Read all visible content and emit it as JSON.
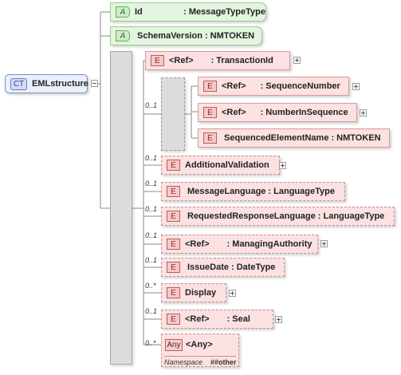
{
  "complex_type": {
    "badge": "CT",
    "name": "EMLstructure"
  },
  "attributes": [
    {
      "badge": "A",
      "name": "Id",
      "type": ": MessageTypeType"
    },
    {
      "badge": "A",
      "name": "SchemaVersion",
      "type": ": NMTOKEN"
    }
  ],
  "elements": {
    "transaction_id": {
      "badge": "E",
      "ref": "<Ref>",
      "type": ": TransactionId"
    },
    "sequence_card": "0..1",
    "sequence_number": {
      "badge": "E",
      "ref": "<Ref>",
      "type": ": SequenceNumber"
    },
    "number_in_sequence": {
      "badge": "E",
      "ref": "<Ref>",
      "type": ": NumberInSequence"
    },
    "sequenced_element_name": {
      "badge": "E",
      "name": "SequencedElementName",
      "type": ": NMTOKEN"
    },
    "additional_validation": {
      "card": "0..1",
      "badge": "E",
      "name": "AdditionalValidation"
    },
    "message_language": {
      "card": "0..1",
      "badge": "E",
      "name": "MessageLanguage",
      "type": ": LanguageType"
    },
    "requested_response_language": {
      "card": "0..1",
      "badge": "E",
      "name": "RequestedResponseLanguage",
      "type": ": LanguageType"
    },
    "managing_authority": {
      "card": "0..1",
      "badge": "E",
      "ref": "<Ref>",
      "type": ": ManagingAuthority"
    },
    "issue_date": {
      "card": "0..1",
      "badge": "E",
      "name": "IssueDate",
      "type": ": DateType"
    },
    "display": {
      "card": "0..*",
      "badge": "E",
      "name": "Display"
    },
    "seal": {
      "card": "0..1",
      "badge": "E",
      "ref": "<Ref>",
      "type": ": Seal"
    },
    "any": {
      "card": "0..*",
      "badge": "Any",
      "name": "<Any>",
      "namespace_label": "Namespace",
      "namespace_value": "##other"
    }
  },
  "colors": {
    "element_fill": "#fbe1e1",
    "attribute_fill": "#e3f5df",
    "complex_type_fill": "#eaf0fb",
    "compositor_fill": "#dcdcdc"
  }
}
